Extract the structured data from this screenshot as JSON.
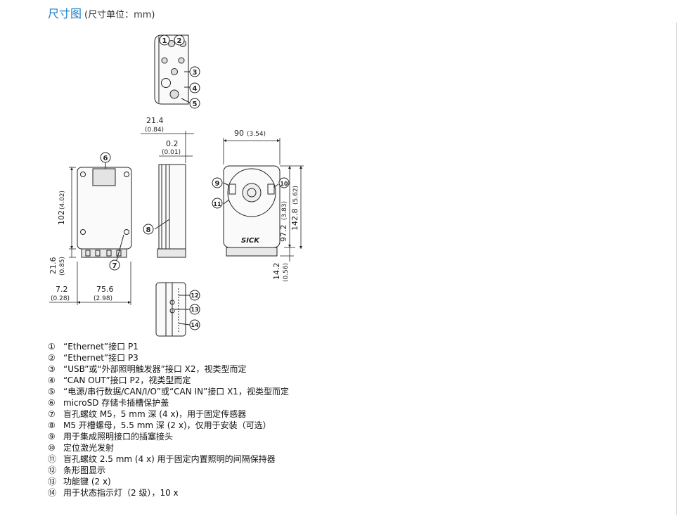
{
  "header": {
    "title": "尺寸图",
    "unit_note": "(尺寸单位：mm)"
  },
  "dimensions": {
    "d21_4": "21.4",
    "d21_4_in": "(0.84)",
    "d0_2": "0.2",
    "d0_2_in": "(0.01)",
    "d90": "90",
    "d90_in": "(3.54)",
    "d102": "102",
    "d102_in": "(4.02)",
    "d21_6": "21.6",
    "d21_6_in": "(0.85)",
    "d7_2": "7.2",
    "d7_2_in": "(0.28)",
    "d75_6": "75.6",
    "d75_6_in": "(2.98)",
    "d97_2": "97.2",
    "d97_2_in": "(3.83)",
    "d142_8": "142.8",
    "d142_8_in": "(5.62)",
    "d14_2": "14.2",
    "d14_2_in": "(0.56)"
  },
  "brand_mark": "SICK",
  "callouts": [
    "1",
    "2",
    "3",
    "4",
    "5",
    "6",
    "7",
    "8",
    "9",
    "10",
    "11",
    "12",
    "13",
    "14"
  ],
  "legend": [
    {
      "mark": "①",
      "text": "“Ethernet”接口 P1"
    },
    {
      "mark": "②",
      "text": "“Ethernet”接口 P3"
    },
    {
      "mark": "③",
      "text": "“USB”或“外部照明触发器”接口 X2，视类型而定"
    },
    {
      "mark": "④",
      "text": "“CAN OUT”接口 P2，视类型而定"
    },
    {
      "mark": "⑤",
      "text": "“电源/串行数据/CAN/I/O”或“CAN IN”接口 X1，视类型而定"
    },
    {
      "mark": "⑥",
      "text": "microSD 存储卡插槽保护盖"
    },
    {
      "mark": "⑦",
      "text": "盲孔螺纹 M5，5 mm 深 (4 x)，用于固定传感器"
    },
    {
      "mark": "⑧",
      "text": "M5 开槽螺母，5.5 mm 深 (2 x)，仅用于安装（可选）"
    },
    {
      "mark": "⑨",
      "text": "用于集成照明接口的插塞接头"
    },
    {
      "mark": "⑩",
      "text": "定位激光发射"
    },
    {
      "mark": "⑪",
      "text": "盲孔螺纹 2.5 mm (4 x) 用于固定内置照明的间隔保持器"
    },
    {
      "mark": "⑫",
      "text": "条形图显示"
    },
    {
      "mark": "⑬",
      "text": "功能键 (2 x)"
    },
    {
      "mark": "⑭",
      "text": "用于状态指示灯（2 级），10 x"
    }
  ]
}
